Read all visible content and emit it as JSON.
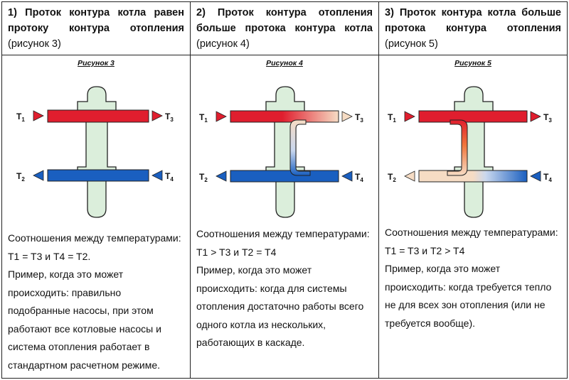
{
  "columns": [
    {
      "heading": [
        "1) Проток контура котла равен",
        "протоку контура отопления"
      ],
      "sub": "(рисунок 3)",
      "caption": "Рисунок 3",
      "labels": {
        "t1": "T",
        "t1s": "1",
        "t3": "T",
        "t3s": "3",
        "t2": "T",
        "t2s": "2",
        "t4": "T",
        "t4s": "4"
      },
      "relation_prefix": "Соотношения между температурами: ",
      "relation": "T1 = T3 и T4 = T2.",
      "text": "Пример, когда это может происходить: правильно подобранные насосы, при этом работают все котловые насосы и система отопления работает в стандартном расчетном режиме.",
      "colors": {
        "hot": "#e01e2e",
        "cold": "#1a5fc0",
        "body": "#dbeedb"
      }
    },
    {
      "heading": [
        "2) Проток контура отопления",
        "больше протока контура котла"
      ],
      "sub": "(рисунок 4)",
      "caption": "Рисунок 4",
      "labels": {
        "t1": "T",
        "t1s": "1",
        "t3": "T",
        "t3s": "3",
        "t2": "T",
        "t2s": "2",
        "t4": "T",
        "t4s": "4"
      },
      "relation_prefix": "Соотношения между температурами: ",
      "relation": "T1 > T3 и T2 = T4",
      "text": "Пример, когда это может происходить: когда для системы отопления достаточно работы всего одного котла из нескольких, работающих в каскаде.",
      "colors": {
        "hot": "#e01e2e",
        "warm": "#f6dcc4",
        "cold": "#1a5fc0"
      }
    },
    {
      "heading": [
        "3) Проток контура котла больше",
        "протока контура отопления"
      ],
      "sub": "(рисунок 5)",
      "caption": "Рисунок 5",
      "labels": {
        "t1": "T",
        "t1s": "1",
        "t3": "T",
        "t3s": "3",
        "t2": "T",
        "t2s": "2",
        "t4": "T",
        "t4s": "4"
      },
      "relation_prefix": "Соотношения между температурами: ",
      "relation": "T1 = T3 и T2 > T4",
      "text": "Пример, когда это может происходить: когда требуется тепло не для всех зон отопления (или не требуется вообще).",
      "colors": {
        "hot": "#e01e2e",
        "warm": "#f6dcc4",
        "cold": "#1a5fc0"
      }
    }
  ]
}
